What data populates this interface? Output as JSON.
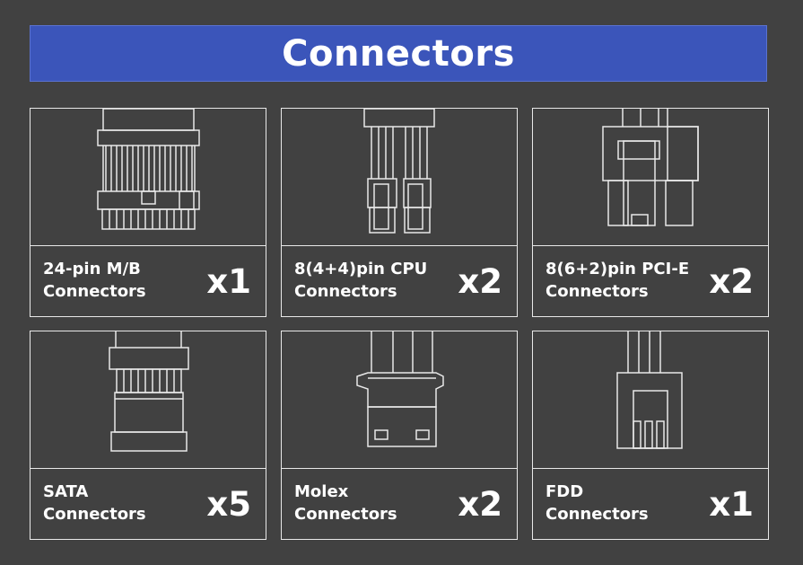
{
  "title": "Connectors",
  "connectors": [
    {
      "name": "24-pin M/B",
      "sub": "Connectors",
      "count": "x1",
      "icon": "atx-24pin-icon"
    },
    {
      "name": "8(4+4)pin CPU",
      "sub": "Connectors",
      "count": "x2",
      "icon": "cpu-8pin-icon"
    },
    {
      "name": "8(6+2)pin PCI-E",
      "sub": "Connectors",
      "count": "x2",
      "icon": "pcie-8pin-icon"
    },
    {
      "name": "SATA",
      "sub": "Connectors",
      "count": "x5",
      "icon": "sata-icon"
    },
    {
      "name": "Molex",
      "sub": "Connectors",
      "count": "x2",
      "icon": "molex-icon"
    },
    {
      "name": "FDD",
      "sub": "Connectors",
      "count": "x1",
      "icon": "fdd-icon"
    }
  ],
  "colors": {
    "background": "#414141",
    "banner": "#3b55ba",
    "line": "#e8e8e8",
    "text": "#ffffff"
  }
}
